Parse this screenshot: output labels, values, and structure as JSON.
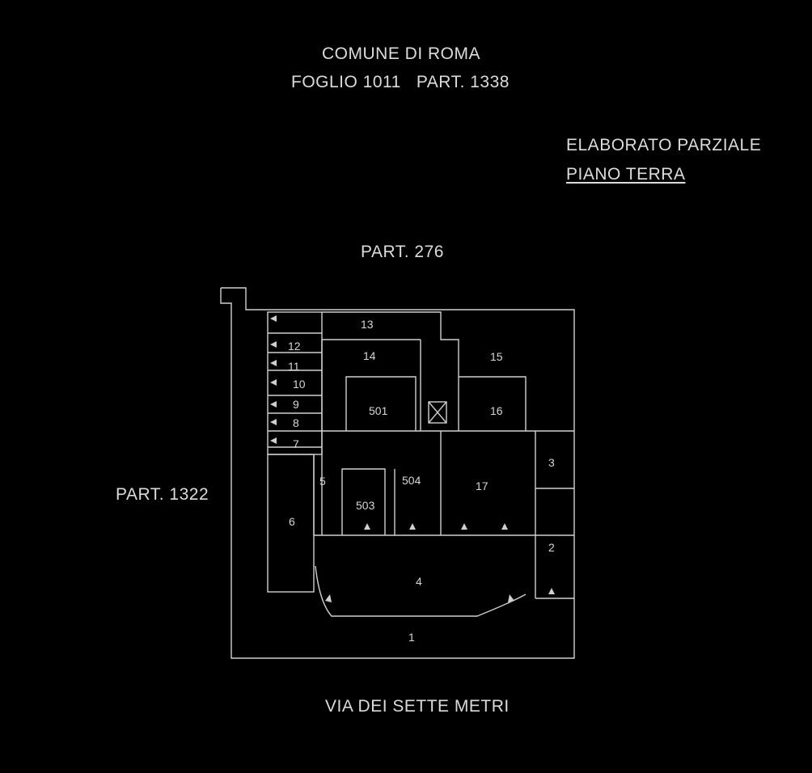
{
  "header": {
    "municipality": "COMUNE DI ROMA",
    "reference": "FOGLIO 1011   PART. 1338"
  },
  "elaborato": {
    "line1": "ELABORATO PARZIALE",
    "line2": "PIANO TERRA"
  },
  "neighbors": {
    "top": "PART. 276",
    "left": "PART. 1322",
    "bottom": "VIA DEI SETTE METRI"
  },
  "plan_labels": {
    "l1": "1",
    "l2": "2",
    "l3": "3",
    "l4": "4",
    "l5": "5",
    "l6": "6",
    "l7": "7",
    "l8": "8",
    "l9": "9",
    "l10": "10",
    "l11": "11",
    "l12": "12",
    "l13": "13",
    "l14": "14",
    "l15": "15",
    "l16": "16",
    "l17": "17",
    "l501": "501",
    "l503": "503",
    "l504": "504"
  }
}
